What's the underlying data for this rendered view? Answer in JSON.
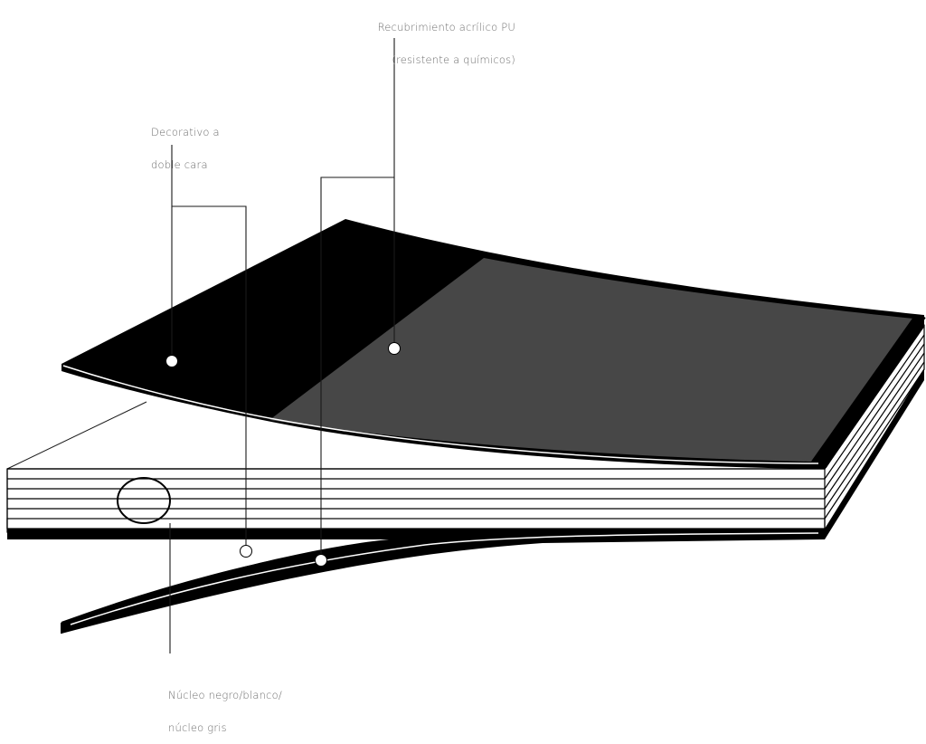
{
  "colors": {
    "black": "#000000",
    "coating_gray": "#474747",
    "white": "#ffffff",
    "label_text": "#6f6f6f",
    "leader_line": "#1a1a1a"
  },
  "labels": {
    "coating": {
      "line1": "Recubrimiento acrílico PU",
      "line2": "(resistente a químicos)"
    },
    "decorative": {
      "line1": "Decorativo a",
      "line2": "doble cara"
    },
    "core": {
      "line1": "Núcleo negro/blanco/",
      "line2": "núcleo gris"
    }
  }
}
